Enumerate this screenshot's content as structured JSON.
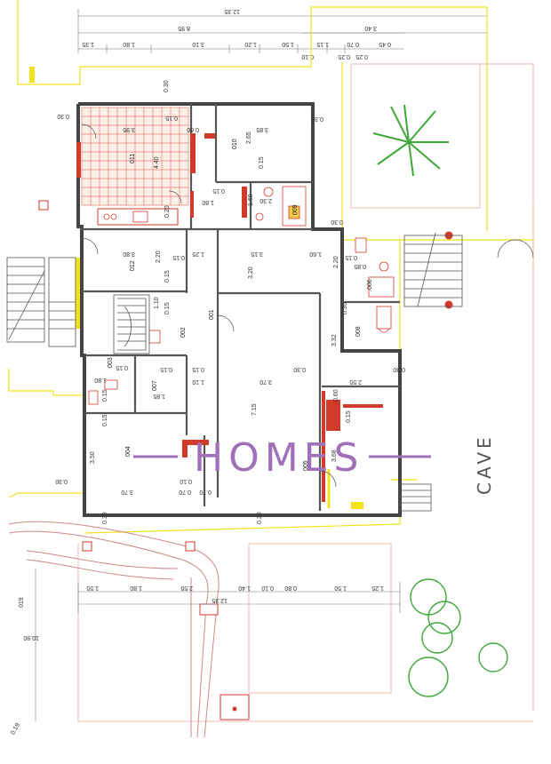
{
  "watermark": "HOMES",
  "street_label": "CAVE",
  "plot_label": "019",
  "corner_label": "0.19",
  "rooms": [
    "011",
    "010",
    "009",
    "012",
    "001",
    "008",
    "007",
    "006",
    "003",
    "002",
    "004",
    "005"
  ],
  "top_dims": {
    "overall": "12.35",
    "sub": "8.95",
    "right": "3.40",
    "row": [
      "1.35",
      "1.80",
      "3.10",
      "1.20",
      "1.50",
      "1.15",
      "0.70",
      "0.45"
    ],
    "under_row": [
      "0.10",
      "0.25",
      "0.25"
    ]
  },
  "interior_dims": {
    "d030a": "0.30",
    "d030b": "0.30",
    "d015a": "0.15",
    "d060": "0.60",
    "d395": "3.95",
    "d265": "2.65",
    "d385": "3.85",
    "d440": "4.40",
    "d015b": "0.15",
    "d015c": "0.15",
    "d180": "1.80",
    "d230": "2.30",
    "d160a": "1.60",
    "d020": "0.20",
    "d030c": "0.30",
    "d380": "3.80",
    "d015d": "0.15",
    "d125": "1.25",
    "d315": "3.15",
    "d160b": "1.60",
    "d220a": "2.20",
    "d220b": "2.20",
    "d015e": "0.15",
    "d085": "0.85",
    "d320": "3.20",
    "d015f": "0.15",
    "d110a": "1.10",
    "d015g": "0.15",
    "d030d": "0.30",
    "d332": "3.32",
    "d030e": "0.30",
    "d015h": "0.15",
    "d015i": "0.15",
    "d180b": "1.80",
    "d015j": "0.15",
    "d110b": "1.10",
    "d370a": "3.70",
    "d030f": "0.30",
    "d255": "2.55",
    "d185": "1.85",
    "d015k": "0.15",
    "d060b": "0.60",
    "d715": "7.15",
    "d015l": "0.15",
    "d368": "3.68",
    "d350": "3.50",
    "d010": "0.10",
    "d030g": "0.30",
    "d370b": "3.70",
    "d070a": "0.70",
    "d070b": "0.70",
    "d030h": "0.30",
    "d030i": "0.30"
  },
  "bottom_dims": {
    "row": [
      "1.55",
      "1.80",
      "2.55",
      "1.40",
      "0.10",
      "0.80",
      "1.50",
      "1.25"
    ],
    "overall": "12.35",
    "left_vertical": "10.90"
  },
  "colors": {
    "wall": "#444444",
    "accent": "#d23a2a",
    "highlight": "#f2e21a",
    "outline": "#e8c8c0",
    "tree": "#3ea83a",
    "watermark": "#a070b8"
  }
}
